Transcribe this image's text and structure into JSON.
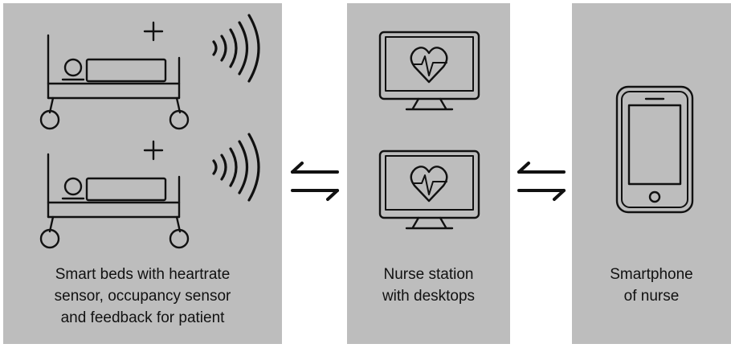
{
  "panels": {
    "beds": {
      "caption_lines": [
        "Smart beds with heartrate",
        "sensor, occupancy sensor",
        "and feedback for patient"
      ]
    },
    "nurse": {
      "caption_lines": [
        "Nurse station",
        "with desktops"
      ]
    },
    "phone": {
      "caption_lines": [
        "Smartphone",
        "of nurse"
      ]
    }
  },
  "colors": {
    "panel_bg": "#bdbdbd",
    "line": "#111111",
    "background": "#ffffff"
  },
  "icons": [
    "hospital-bed-icon",
    "plus-icon",
    "wireless-signal-icon",
    "bidirectional-arrows-icon",
    "desktop-monitor-icon",
    "heartbeat-icon",
    "smartphone-icon"
  ]
}
